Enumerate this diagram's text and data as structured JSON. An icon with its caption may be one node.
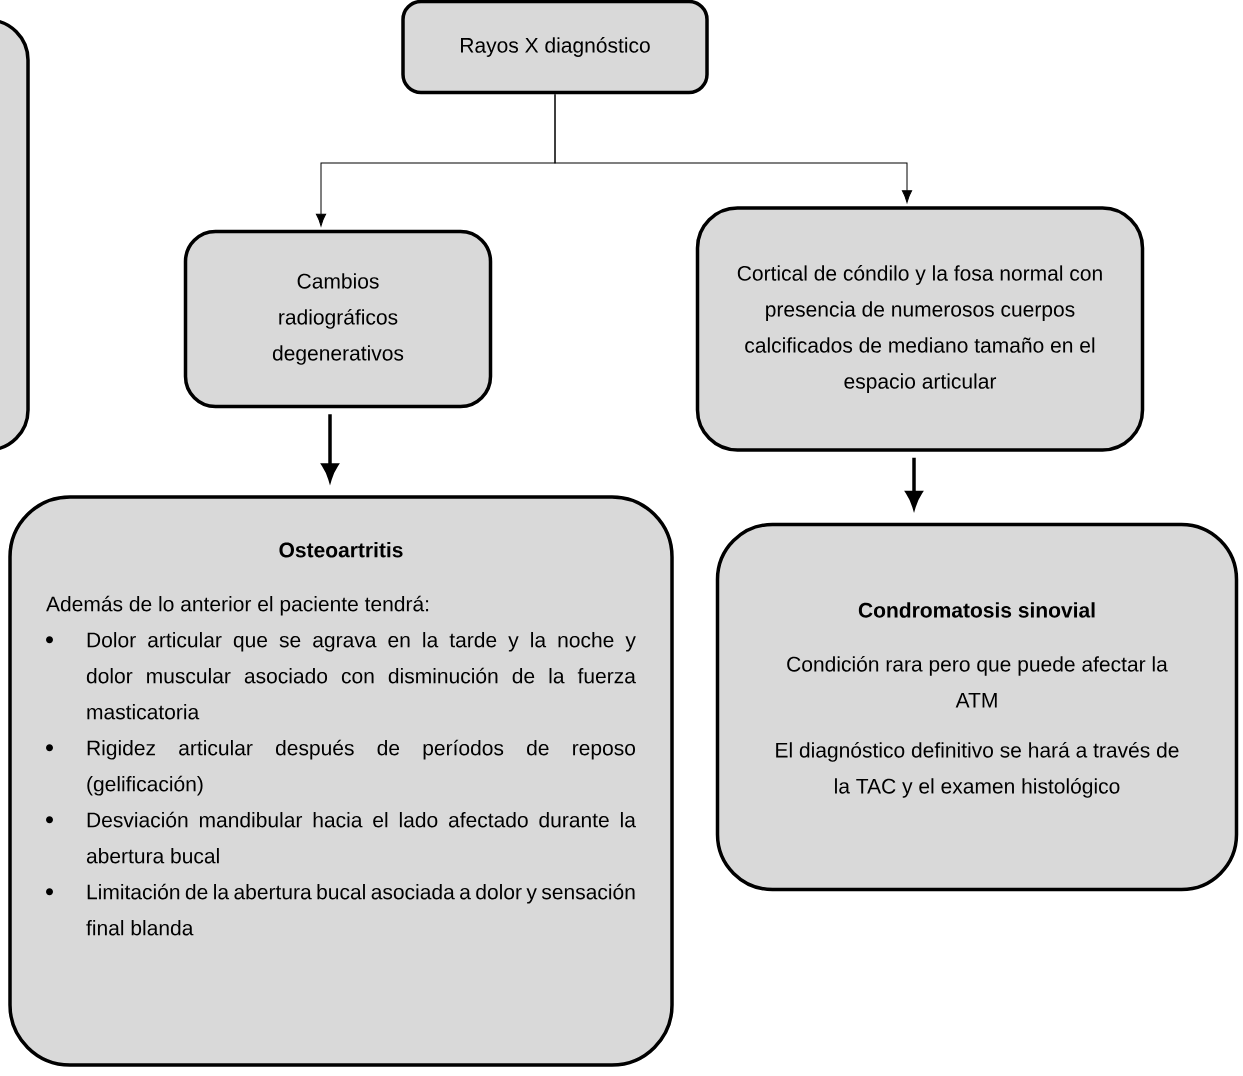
{
  "diagram": {
    "nodes": [
      {
        "text": [],
        "shape": "box"
      },
      {
        "text": [
          "Rayos X diagnóstico"
        ]
      },
      {
        "text": [
          "Cambios radiográficos degenerativos"
        ]
      },
      {
        "text": [
          "Cortical de cóndilo y la fosa normal con presencia de numerosos cuerpos calcificados de mediano tamaño en el espacio articular"
        ]
      },
      {
        "text": [
          "Osteoartritis",
          "Además de lo anterior el paciente tendrá:",
          "Dolor articular que se agrava en la tarde y la noche y dolor muscular asociado con disminución de la fuerza masticatoria",
          "Rigidez articular después de períodos de reposo (gelificación)",
          "Desviación mandibular hacia el lado afectado durante la abertura bucal",
          "Limitación de la abertura bucal asociada a dolor y sensación final blanda"
        ]
      },
      {
        "text": [
          "Condromatosis sinovial",
          "Condición rara pero que puede afectar la ATM",
          "El diagnóstico definitivo se hará a través de la TAC y el examen histológico"
        ]
      }
    ],
    "edges": [
      {
        "from": 1,
        "to": 2,
        "arrow": "to"
      },
      {
        "from": 1,
        "to": 3,
        "arrow": "to"
      },
      {
        "from": 2,
        "to": 4,
        "arrow": "to",
        "style": "thick"
      },
      {
        "from": 3,
        "to": 5,
        "arrow": "to",
        "style": "thick"
      }
    ]
  }
}
